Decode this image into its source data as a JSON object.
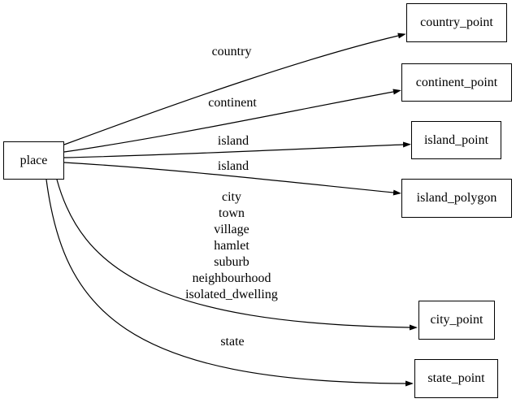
{
  "diagram": {
    "type": "directed-graph",
    "background_color": "#ffffff",
    "edge_color": "#000000",
    "node_border_color": "#000000",
    "node_fill_color": "#ffffff",
    "text_color": "#000000",
    "nodes": [
      {
        "id": "place",
        "label": "place"
      },
      {
        "id": "country_point",
        "label": "country_point"
      },
      {
        "id": "continent_point",
        "label": "continent_point"
      },
      {
        "id": "island_point",
        "label": "island_point"
      },
      {
        "id": "island_polygon",
        "label": "island_polygon"
      },
      {
        "id": "city_point",
        "label": "city_point"
      },
      {
        "id": "state_point",
        "label": "state_point"
      }
    ],
    "edges": [
      {
        "from": "place",
        "to": "country_point",
        "label": "country"
      },
      {
        "from": "place",
        "to": "continent_point",
        "label": "continent"
      },
      {
        "from": "place",
        "to": "island_point",
        "label": "island"
      },
      {
        "from": "place",
        "to": "island_polygon",
        "label": "island"
      },
      {
        "from": "place",
        "to": "city_point",
        "label": "city\ntown\nvillage\nhamlet\nsuburb\nneighbourhood\nisolated_dwelling"
      },
      {
        "from": "place",
        "to": "state_point",
        "label": "state"
      }
    ]
  }
}
